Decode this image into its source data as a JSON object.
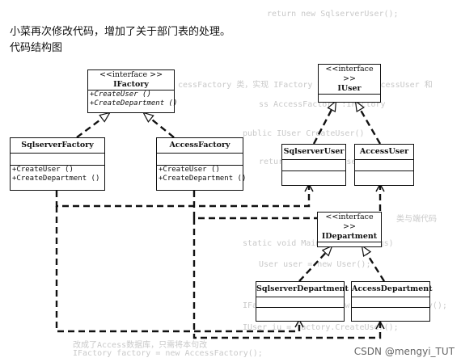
{
  "intro": {
    "line1": "小菜再次修改代码，增加了关于部门表的处理。",
    "line2": "代码结构图"
  },
  "background_code": [
    "return new SqlserverUser();",
    "cessFactory 类，实现 IFactory 接口，实例化 AccessUser 和",
    "ss AccessFactory :IFactory",
    "public IUser CreateUser()",
    "return new AccessUser();",
    "类与端代码",
    "static void Main(string[] args)",
    "User user = new User();",
    "IFactory factory = new SqlServerFactory();",
    "IUser iu = factory.CreateUser();",
    "改成了Access数据库，只需将本句改",
    "IFactory factory = new AccessFactory();"
  ],
  "diagram": {
    "ifactory": {
      "stereotype": "<<interface >>",
      "name": "IFactory",
      "ops": [
        "+CreateUser ()",
        "+CreateDepartment ()"
      ]
    },
    "iuser": {
      "stereotype": "<<interface >>",
      "name": "IUser"
    },
    "sqlserver_factory": {
      "name": "SqlserverFactory",
      "ops": [
        "+CreateUser ()",
        "+CreateDepartment ()"
      ]
    },
    "access_factory": {
      "name": "AccessFactory",
      "ops": [
        "+CreateUser ()",
        "+CreateDepartment ()"
      ]
    },
    "sqlserver_user": {
      "name": "SqlserverUser"
    },
    "access_user": {
      "name": "AccessUser"
    },
    "idepartment": {
      "stereotype": "<<interface >>",
      "name": "IDepartment"
    },
    "sqlserver_department": {
      "name": "SqlserverDepartment"
    },
    "access_department": {
      "name": "AccessDepartment"
    }
  },
  "watermark": "CSDN @mengyi_TUT"
}
